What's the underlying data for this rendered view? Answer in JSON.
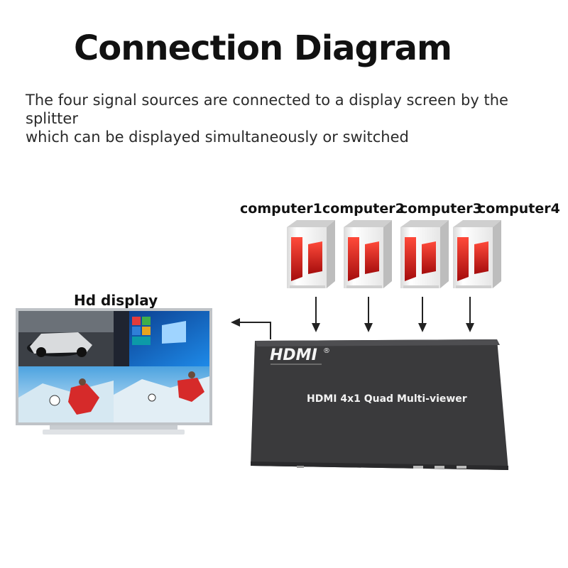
{
  "title": "Connection Diagram",
  "subtitle_lines": [
    "The four signal sources are connected to a display screen by the splitter",
    "which can be displayed simultaneously or switched"
  ],
  "computers": [
    {
      "label": "computer1"
    },
    {
      "label": "computer2"
    },
    {
      "label": "computer3"
    },
    {
      "label": "computer4"
    }
  ],
  "display": {
    "label": "Hd display"
  },
  "device": {
    "logo": "HDMI",
    "logo_mark": "®",
    "name": "HDMI 4x1 Quad  Multi-viewer"
  },
  "colors": {
    "device_body": "#3a3a3c",
    "device_top": "#4a4a4c",
    "pc_case": "#f4f4f4",
    "pc_accent": "#d42020",
    "arrow": "#222222"
  },
  "icons": {
    "computer": "desktop-tower-icon",
    "display": "tv-monitor-icon",
    "arrow": "arrow-icon"
  }
}
